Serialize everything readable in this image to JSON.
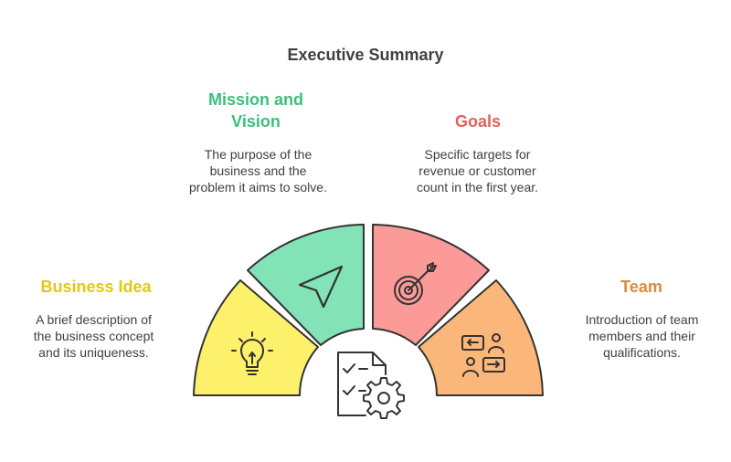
{
  "title": "Executive Summary",
  "sections": [
    {
      "heading": "Business Idea",
      "heading_color": "#e1c913",
      "fill": "#fdf06b",
      "icon": "lightbulb-icon",
      "description": [
        "A brief description of",
        "the business concept",
        "and its uniqueness."
      ]
    },
    {
      "heading_lines": [
        "Mission and",
        "Vision"
      ],
      "heading_color": "#3cbf7a",
      "fill": "#82e3b6",
      "icon": "navigation-arrow-icon",
      "description": [
        "The purpose of the",
        "business and the",
        "problem it aims to solve."
      ]
    },
    {
      "heading": "Goals",
      "heading_color": "#e0615d",
      "fill": "#fc9a98",
      "icon": "target-icon",
      "description": [
        "Specific targets for",
        "revenue or customer",
        "count in the first year."
      ]
    },
    {
      "heading": "Team",
      "heading_color": "#de8a3a",
      "fill": "#fbb77a",
      "icon": "team-exchange-icon",
      "description": [
        "Introduction of team",
        "members and their",
        "qualifications."
      ]
    }
  ],
  "center_icon": "checklist-gear-icon"
}
